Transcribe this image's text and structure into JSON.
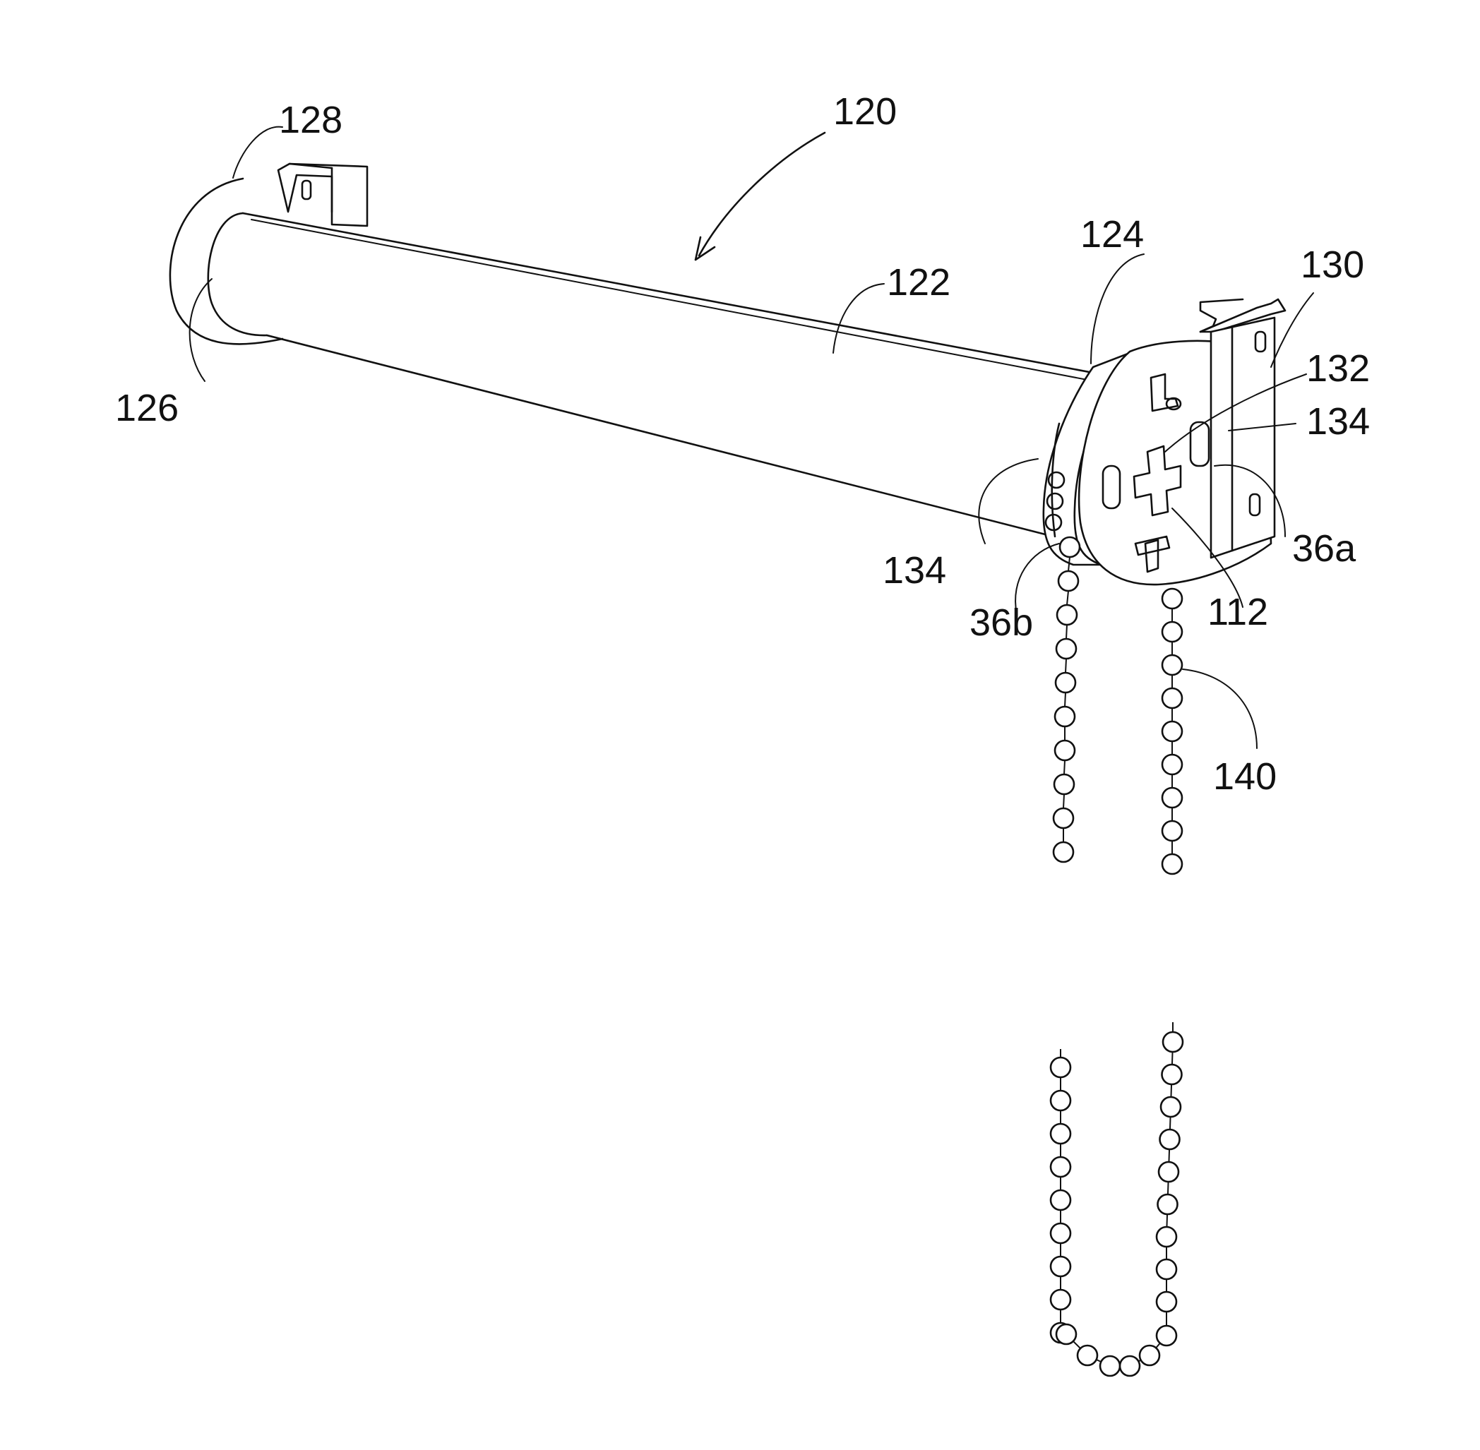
{
  "figure": {
    "labels": {
      "ref_120": "120",
      "ref_128": "128",
      "ref_126": "126",
      "ref_122": "122",
      "ref_124": "124",
      "ref_130": "130",
      "ref_132": "132",
      "ref_134_right": "134",
      "ref_134_left": "134",
      "ref_36a": "36a",
      "ref_36b": "36b",
      "ref_112": "112",
      "ref_140": "140"
    },
    "chain": {
      "left_upper_bead_count": 10,
      "right_upper_bead_count": 9,
      "lower_loop_bead_count": 24
    }
  }
}
